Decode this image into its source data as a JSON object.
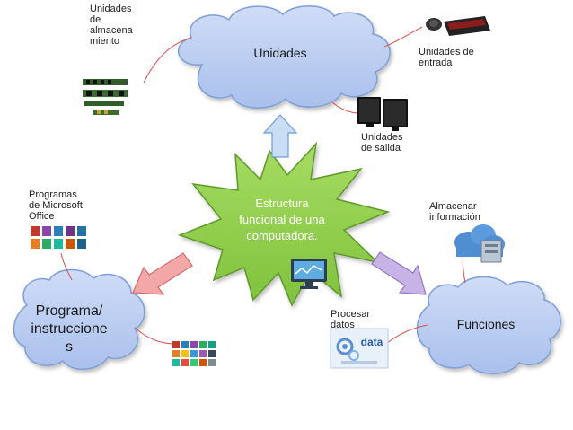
{
  "diagram": {
    "center_label": "Estructura funcional de una computadora.",
    "nodes": {
      "unidades": "Unidades",
      "programa": "Programa/ instruccione s",
      "funciones": "Funciones"
    },
    "labels": {
      "almacenamiento": "Unidades de almacena miento",
      "entrada": "Unidades de entrada",
      "salida": "Unidades de salida",
      "office": "Programas de Microsoft Office",
      "almacenar": "Almacenar información",
      "procesar": "Procesar datos",
      "data_logo": "data"
    },
    "colors": {
      "cloud_fill": "#b9cdf0",
      "cloud_stroke": "#7f9fd8",
      "star_fill": "#92d050",
      "star_stroke": "#5e9a2a",
      "center_text": "#ffffff",
      "arrow_up": "#c9ddf5",
      "arrow_left": "#f4a7a7",
      "arrow_right": "#c7b3e6",
      "connector": "#d9534f"
    },
    "icons": [
      "memory-modules-icon",
      "keyboard-mouse-icon",
      "monitors-icon",
      "office-apps-icon",
      "cloud-storage-icon",
      "monitor-chart-icon",
      "software-apps-icon",
      "data-processing-icon"
    ]
  }
}
